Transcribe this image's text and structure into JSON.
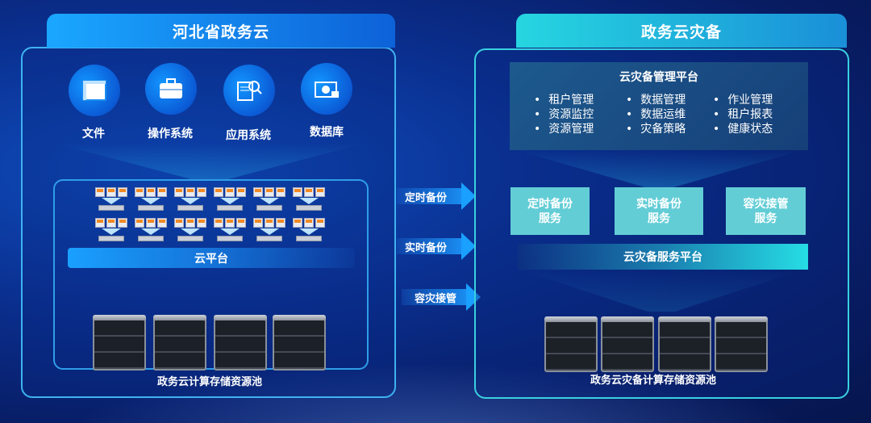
{
  "left": {
    "title": "河北省政务云",
    "sources": [
      {
        "label": "文件",
        "icon": "file-window-icon"
      },
      {
        "label": "操作系统",
        "icon": "toolbox-icon"
      },
      {
        "label": "应用系统",
        "icon": "document-search-icon"
      },
      {
        "label": "数据库",
        "icon": "money-database-icon"
      }
    ],
    "cloud_platform": "云平台",
    "pool_label": "政务云计算存储资源池"
  },
  "arrows": [
    "定时备份",
    "实时备份",
    "容灾接管"
  ],
  "right": {
    "title": "政务云灾备",
    "mgmt": {
      "title": "云灾备管理平台",
      "columns": [
        [
          "租户管理",
          "资源监控",
          "资源管理"
        ],
        [
          "数据管理",
          "数据运维",
          "灾备策略"
        ],
        [
          "作业管理",
          "租户报表",
          "健康状态"
        ]
      ]
    },
    "services": [
      [
        "定时备份",
        "服务"
      ],
      [
        "实时备份",
        "服务"
      ],
      [
        "容灾接管",
        "服务"
      ]
    ],
    "service_platform": "云灾备服务平台",
    "pool_label": "政务云灾备计算存储资源池"
  },
  "colors": {
    "left_tab": "#1a8cf0",
    "right_tab": "#26d6e0",
    "service_box": "#63cdd6"
  }
}
